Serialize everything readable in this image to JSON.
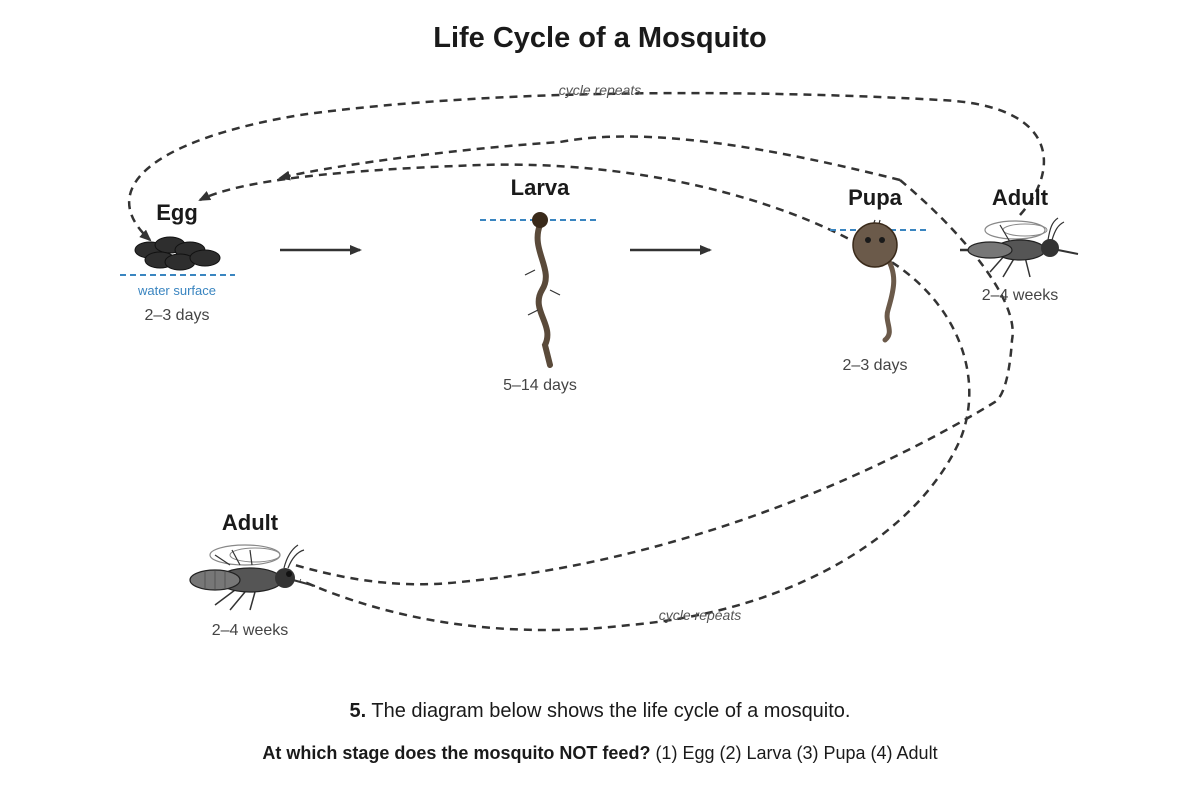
{
  "title": "Life Cycle of a Mosquito",
  "stages": {
    "egg": {
      "name": "Egg",
      "duration": "2–3 days",
      "water_label": "water surface"
    },
    "larva": {
      "name": "Larva",
      "duration": "5–14 days"
    },
    "pupa": {
      "name": "Pupa",
      "duration": "2–3 days"
    },
    "adult_top": {
      "name": "Adult",
      "duration": "2–4 weeks"
    },
    "adult_bottom": {
      "name": "Adult",
      "duration": "2–4 weeks"
    }
  },
  "cycle_labels": {
    "top": "cycle repeats",
    "bottom": "cycle repeats"
  },
  "question": {
    "number": "5.",
    "intro": " The diagram below shows the life cycle of a mosquito.",
    "prompt": "At which stage does the mosquito NOT feed?",
    "options": " (1) Egg (2) Larva (3) Pupa (4) Adult"
  },
  "colors": {
    "water_line": "#3a85c0",
    "egg": "#2e2e2e",
    "larva": "#5a4a3a",
    "pupa": "#6b5a4a",
    "arrow": "#333333"
  }
}
